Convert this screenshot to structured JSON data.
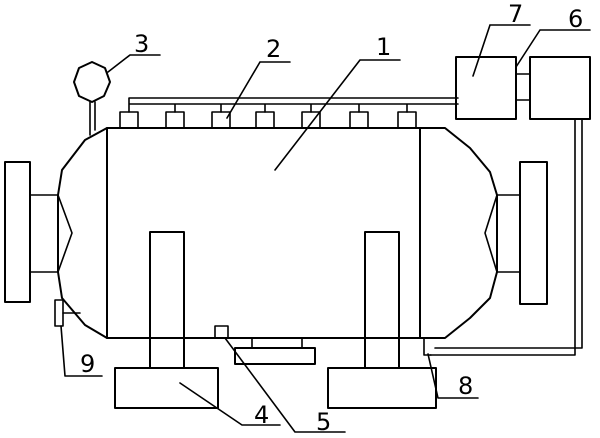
{
  "diagram": {
    "labels": {
      "l1": "1",
      "l2": "2",
      "l3": "3",
      "l4": "4",
      "l5": "5",
      "l6": "6",
      "l7": "7",
      "l8": "8",
      "l9": "9"
    },
    "stroke_color": "#000000",
    "background": "#ffffff"
  }
}
